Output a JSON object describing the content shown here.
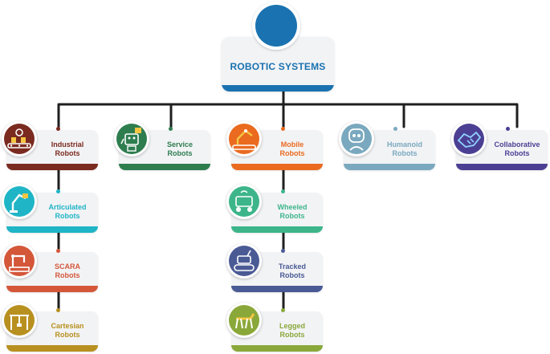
{
  "root": {
    "title": "ROBOTIC SYSTEMS",
    "color": "#1a72b0",
    "icon": "robot-hand-gears-icon"
  },
  "line_color": "#1f1f1f",
  "nodes": [
    {
      "id": "industrial",
      "label": "Industrial\nRobots",
      "color": "#7a2a1f",
      "icon": "assembly-line-icon"
    },
    {
      "id": "service",
      "label": "Service\nRobots",
      "color": "#2e7d4f",
      "icon": "service-robot-icon"
    },
    {
      "id": "mobile",
      "label": "Mobile\nRobots",
      "color": "#ea6a1f",
      "icon": "robot-arm-conveyor-icon"
    },
    {
      "id": "humanoid",
      "label": "Humanoid\nRobots",
      "color": "#7aa9bf",
      "icon": "humanoid-head-icon"
    },
    {
      "id": "collaborative",
      "label": "Collaborative\nRobots",
      "color": "#4b3f93",
      "icon": "handshake-icon"
    },
    {
      "id": "articulated",
      "label": "Articulated\nRobots",
      "color": "#1fb5c6",
      "icon": "articulated-arm-icon"
    },
    {
      "id": "scara",
      "label": "SCARA\nRobots",
      "color": "#d4573a",
      "icon": "scara-arm-icon"
    },
    {
      "id": "cartesian",
      "label": "Cartesian\nRobots",
      "color": "#b89020",
      "icon": "gantry-icon"
    },
    {
      "id": "wheeled",
      "label": "Wheeled\nRobots",
      "color": "#3db58a",
      "icon": "wheeled-robot-icon"
    },
    {
      "id": "tracked",
      "label": "Tracked\nRobots",
      "color": "#4a5a95",
      "icon": "tracked-rover-icon"
    },
    {
      "id": "legged",
      "label": "Legged\nRobots",
      "color": "#8aa83a",
      "icon": "robot-dog-icon"
    }
  ]
}
